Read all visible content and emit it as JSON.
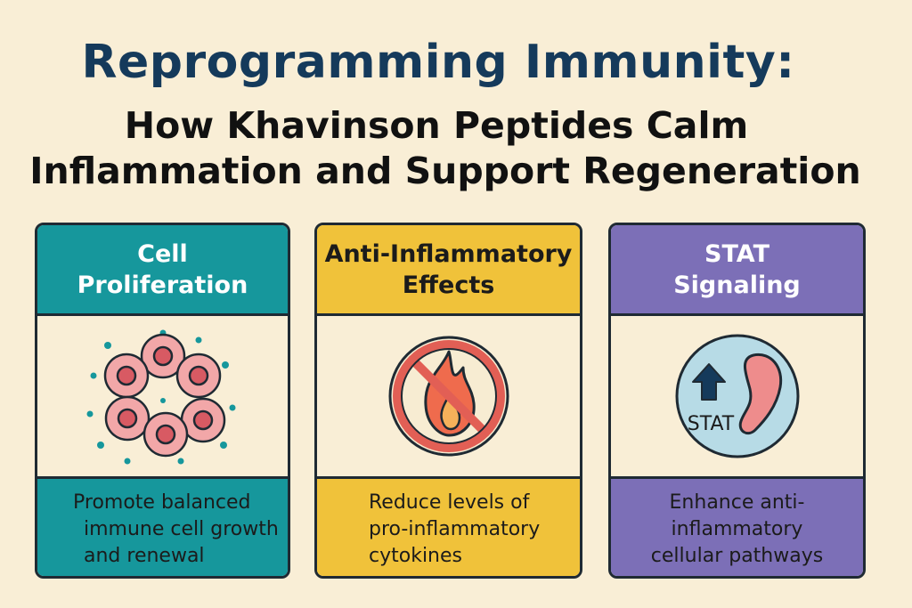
{
  "title": "Reprogramming Immunity:",
  "subtitle_line1": "How Khavinson Peptides Calm",
  "subtitle_line2": "Inflammation and Support Regeneration",
  "cards": [
    {
      "heading_line1": "Cell",
      "heading_line2": "Proliferation",
      "icon": "cell-cluster-icon",
      "desc_lines": [
        "Promote balanced",
        "immune cell growth",
        "and renewal"
      ],
      "color": "#16979c"
    },
    {
      "heading_line1": "Anti-Inflammatory",
      "heading_line2": "Effects",
      "icon": "no-flame-icon",
      "desc_lines": [
        "Reduce levels of",
        "pro-inflammatory",
        "cytokines"
      ],
      "color": "#f0c23a"
    },
    {
      "heading_line1": "STAT",
      "heading_line2": "Signaling",
      "icon": "stat-signal-icon",
      "icon_label": "STAT",
      "desc_lines": [
        "Enhance anti-",
        "inflammatory",
        "cellular pathways"
      ],
      "color": "#7c6fb7"
    }
  ]
}
